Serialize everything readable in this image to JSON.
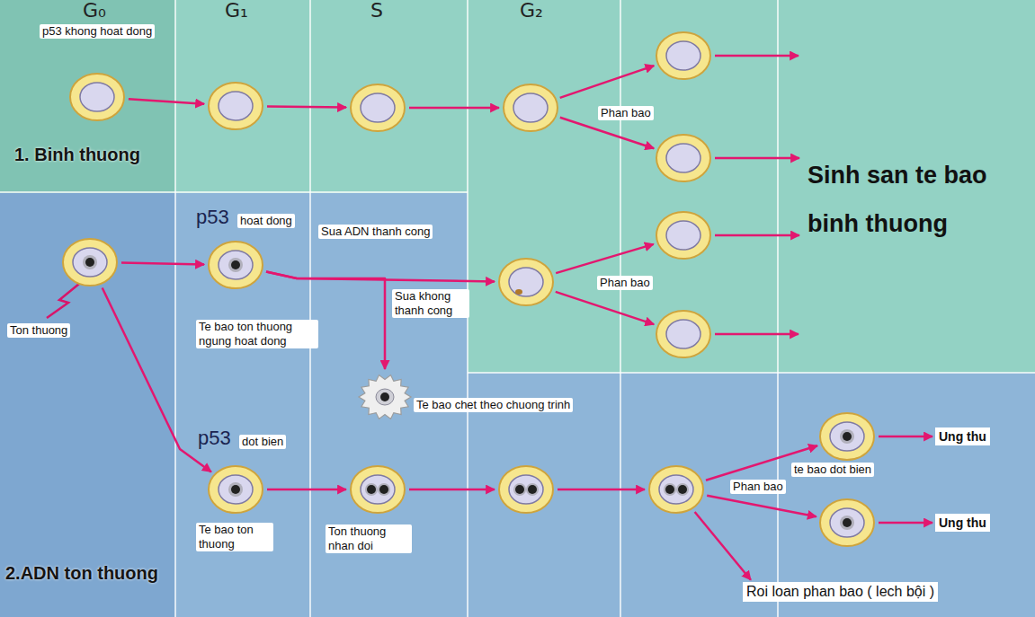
{
  "diagram": {
    "nodes": [
      {
        "text": [
          "p53 khong hoat dong"
        ]
      },
      {
        "text": []
      },
      {
        "text": []
      },
      {
        "text": []
      },
      {
        "text": []
      },
      {
        "text": []
      },
      {
        "text": [
          "Sinh san te bao binh thuong"
        ]
      },
      {
        "text": [
          "Ton thuong"
        ]
      },
      {
        "text": [
          "p53",
          "hoat dong",
          "Te bao ton thuong ngung hoat dong"
        ]
      },
      {
        "text": []
      },
      {
        "text": []
      },
      {
        "text": []
      },
      {
        "text": [
          "Te bao chet theo chuong trinh"
        ]
      },
      {
        "text": [
          "p53",
          "dot bien",
          "Te bao ton thuong"
        ]
      },
      {
        "text": [
          "Ton thuong nhan doi"
        ]
      },
      {
        "text": []
      },
      {
        "text": []
      },
      {
        "text": [
          "te bao dot bien"
        ]
      },
      {
        "text": [
          "Ung thu"
        ]
      },
      {
        "text": []
      },
      {
        "text": [
          "Ung thu"
        ]
      },
      {
        "text": [
          "Roi loan phan bao ( lech bội )"
        ]
      }
    ],
    "edges": [
      {
        "from": 0,
        "to": 1,
        "arrow": "to"
      },
      {
        "from": 1,
        "to": 2,
        "arrow": "to"
      },
      {
        "from": 2,
        "to": 3,
        "arrow": "to"
      },
      {
        "from": 3,
        "to": 4,
        "arrow": "to"
      },
      {
        "from": 3,
        "to": 5,
        "arrow": "to"
      },
      {
        "from": 5,
        "to": 6,
        "arrow": "to"
      },
      {
        "from": 7,
        "to": 8,
        "arrow": "to"
      },
      {
        "from": 8,
        "to": 9,
        "arrow": "to"
      },
      {
        "from": 8,
        "to": 12,
        "arrow": "to"
      },
      {
        "from": 9,
        "to": 10,
        "arrow": "to"
      },
      {
        "from": 9,
        "to": 11,
        "arrow": "to"
      },
      {
        "from": 10,
        "to": 6,
        "arrow": "to"
      },
      {
        "from": 7,
        "to": 13,
        "arrow": "to"
      },
      {
        "from": 13,
        "to": 14,
        "arrow": "to"
      },
      {
        "from": 14,
        "to": 15,
        "arrow": "to"
      },
      {
        "from": 15,
        "to": 16,
        "arrow": "to"
      },
      {
        "from": 16,
        "to": 17,
        "arrow": "to"
      },
      {
        "from": 16,
        "to": 19,
        "arrow": "to"
      },
      {
        "from": 16,
        "to": 21,
        "arrow": "to"
      },
      {
        "from": 17,
        "to": 18,
        "arrow": "to"
      },
      {
        "from": 19,
        "to": 20,
        "arrow": "to"
      }
    ],
    "labels": [
      "G₀",
      "G₁",
      "S",
      "G₂",
      "1. Binh thuong",
      "Phan bao",
      "Sua ADN thanh cong",
      "Sua khong thanh cong",
      "Phan bao",
      "Phan bao",
      "2.ADN ton thuong"
    ]
  }
}
